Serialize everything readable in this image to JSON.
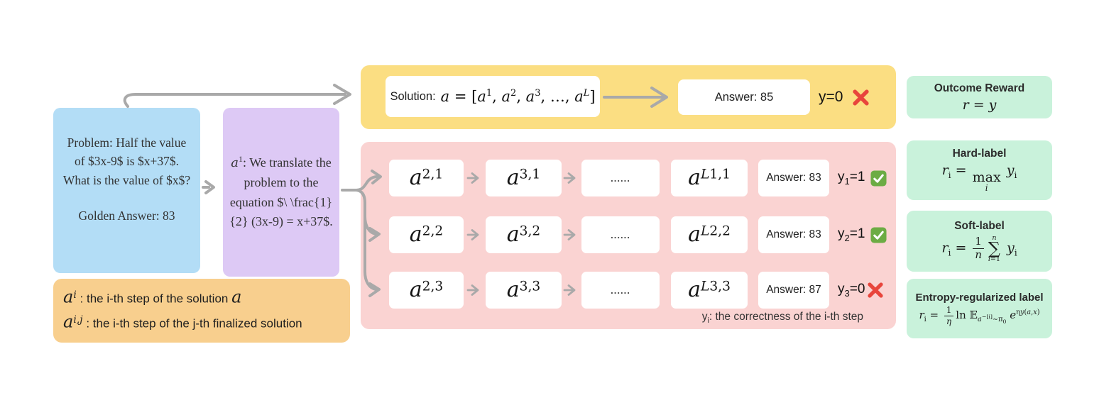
{
  "colors": {
    "problem_box_bg": "#B3DDF6",
    "step1_box_bg": "#DDC9F5",
    "legend_box_bg": "#F8CF8E",
    "solution_band_bg": "#FBDE82",
    "rollout_band_bg": "#FAD3D2",
    "reward_box_bg": "#C9F2DB",
    "arrow_gray": "#A9A9A9",
    "check_green": "#6CAC44",
    "cross_red": "#E8453C"
  },
  "problem_box": {
    "problem": "Problem: Half the value of $3x-9$ is $x+37$. What is the value of $x$?",
    "golden_answer": "Golden Answer: 83"
  },
  "step1_box": {
    "text_html": "<i>a</i><sup>1</sup>: We translate the problem to the equation $\\ \\frac{1}{2} (3x-9) = x+37$."
  },
  "legend_box": {
    "line1_html": "<i>a</i><sup>i</sup> : the i-th step of the solution <i>a</i>",
    "line2_html": "<i>a</i><sup>i,j</sup> : the i-th step of the j-th finalized solution"
  },
  "solution_band": {
    "solution_label": "Solution:",
    "solution_math_html": "<i>a</i> = [<i>a</i><sup>1</sup>, <i>a</i><sup>2</sup>, <i>a</i><sup>3</sup>, …, <i>a</i><sup><i>L</i></sup>]",
    "answer": "Answer: 85",
    "outcome_label": "y=0",
    "outcome_status": "cross"
  },
  "rollout_band": {
    "rows": [
      {
        "step1_html": "<i>a</i><sup>2,1</sup>",
        "step2_html": "<i>a</i><sup>3,1</sup>",
        "dots": "......",
        "stepL_html": "<i>a</i><sup><i>L</i>1,1</sup>",
        "answer": "Answer: 83",
        "label_html": "y<sub>1</sub>=1",
        "status": "check"
      },
      {
        "step1_html": "<i>a</i><sup>2,2</sup>",
        "step2_html": "<i>a</i><sup>3,2</sup>",
        "dots": "......",
        "stepL_html": "<i>a</i><sup><i>L</i>2,2</sup>",
        "answer": "Answer: 83",
        "label_html": "y<sub>2</sub>=1",
        "status": "check"
      },
      {
        "step1_html": "<i>a</i><sup>2,3</sup>",
        "step2_html": "<i>a</i><sup>3,3</sup>",
        "dots": "......",
        "stepL_html": "<i>a</i><sup><i>L</i>3,3</sup>",
        "answer": "Answer: 87",
        "label_html": "y<sub>3</sub>=0",
        "status": "cross"
      }
    ],
    "note_html": "y<sub>i</sub>: the correctness of the i-th step"
  },
  "reward_boxes": [
    {
      "title": "Outcome Reward",
      "formula_html": "<i>r</i> = <i>y</i>"
    },
    {
      "title": "Hard-label",
      "formula_html": "<i>r</i><sub>i</sub> = <span class=\"op\"><span class=\"op-name\">max</span><span class=\"op-lim\">i</span></span> <i>y</i><sub>i</sub>"
    },
    {
      "title": "Soft-label",
      "formula_html": "<i>r</i><sub>i</sub> = <span class=\"frac\"><span class=\"num\">1</span><span class=\"den\"><i>n</i></span></span><span class=\"sum\"><span class=\"sum-top\"><i>n</i></span><span class=\"sigma\">∑</span><span class=\"sum-bot\"><i>i</i>=1</span></span> <i>y</i><sub>i</sub>"
    },
    {
      "title": "Entropy-regularized label",
      "formula_html": "<i>r</i><sub>i</sub> = <span class=\"frac\"><span class=\"num\">1</span><span class=\"den\"><i>η</i></span></span>ln 𝔼<sub class=\"esub\"><i>a</i><sup>−[i]</sup>∼π<sub>0</sub></sub> <i>e</i><sup>η<i>y</i>(<i>a</i>,<i>x</i>)</sup>"
    }
  ]
}
